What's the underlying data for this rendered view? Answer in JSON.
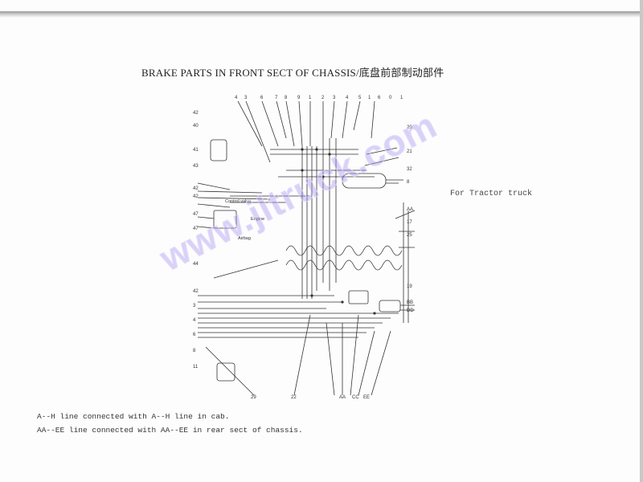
{
  "page": {
    "title": "BRAKE PARTS IN FRONT SECT OF CHASSIS/底盘前部制动部件",
    "side_note": "For Tractor truck",
    "notes": [
      "A--H line connected with A--H line in cab.",
      "AA--EE line connected with AA--EE in rear sect of chassis."
    ],
    "watermark": "www.jltruck.com"
  },
  "diagram": {
    "label_numbers_top": [
      "4",
      "3",
      "6",
      "7",
      "8",
      "9",
      "1",
      "2",
      "3",
      "4",
      "5",
      "1",
      "6",
      "0",
      "1"
    ],
    "component_labels": [
      "Control valve",
      "Engine",
      "Airbag"
    ],
    "section_markers": [
      "AA",
      "CC",
      "EE"
    ],
    "line_color": "#333333"
  }
}
